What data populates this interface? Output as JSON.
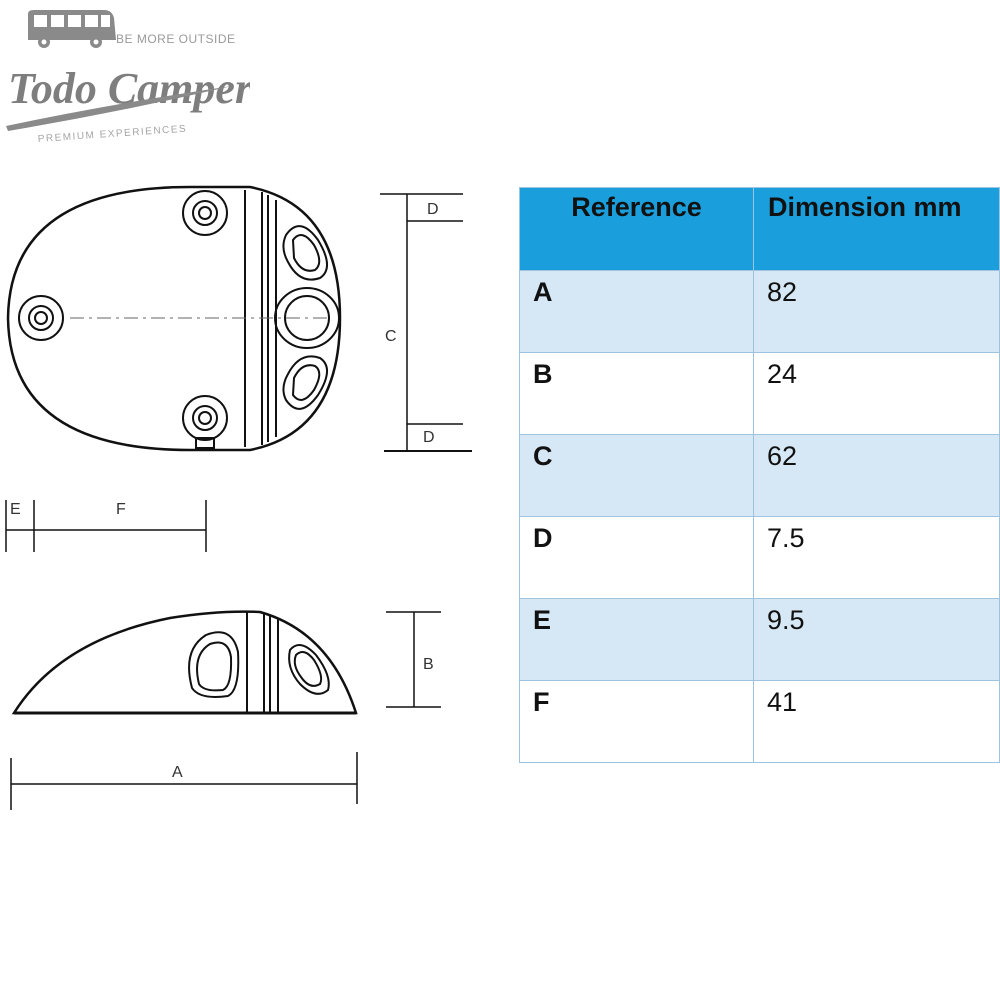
{
  "logo": {
    "tagline": "BE MORE OUTSIDE",
    "brand": "Todo Campers",
    "subtitle": "PREMIUM EXPERIENCES"
  },
  "diagram_labels": {
    "a": "A",
    "b": "B",
    "c": "C",
    "d_top": "D",
    "d_bottom": "D",
    "e": "E",
    "f": "F"
  },
  "table": {
    "headers": [
      "Reference",
      "Dimension mm"
    ],
    "rows": [
      {
        "reference": "A",
        "value": "82"
      },
      {
        "reference": "B",
        "value": "24"
      },
      {
        "reference": "C",
        "value": "62"
      },
      {
        "reference": "D",
        "value": "7.5"
      },
      {
        "reference": "E",
        "value": "9.5"
      },
      {
        "reference": "F",
        "value": "41"
      }
    ]
  },
  "colors": {
    "header_bg": "#1b9fdc",
    "row_alt_bg": "#d6e7f5",
    "logo_gray": "#888888",
    "line": "#111111"
  }
}
